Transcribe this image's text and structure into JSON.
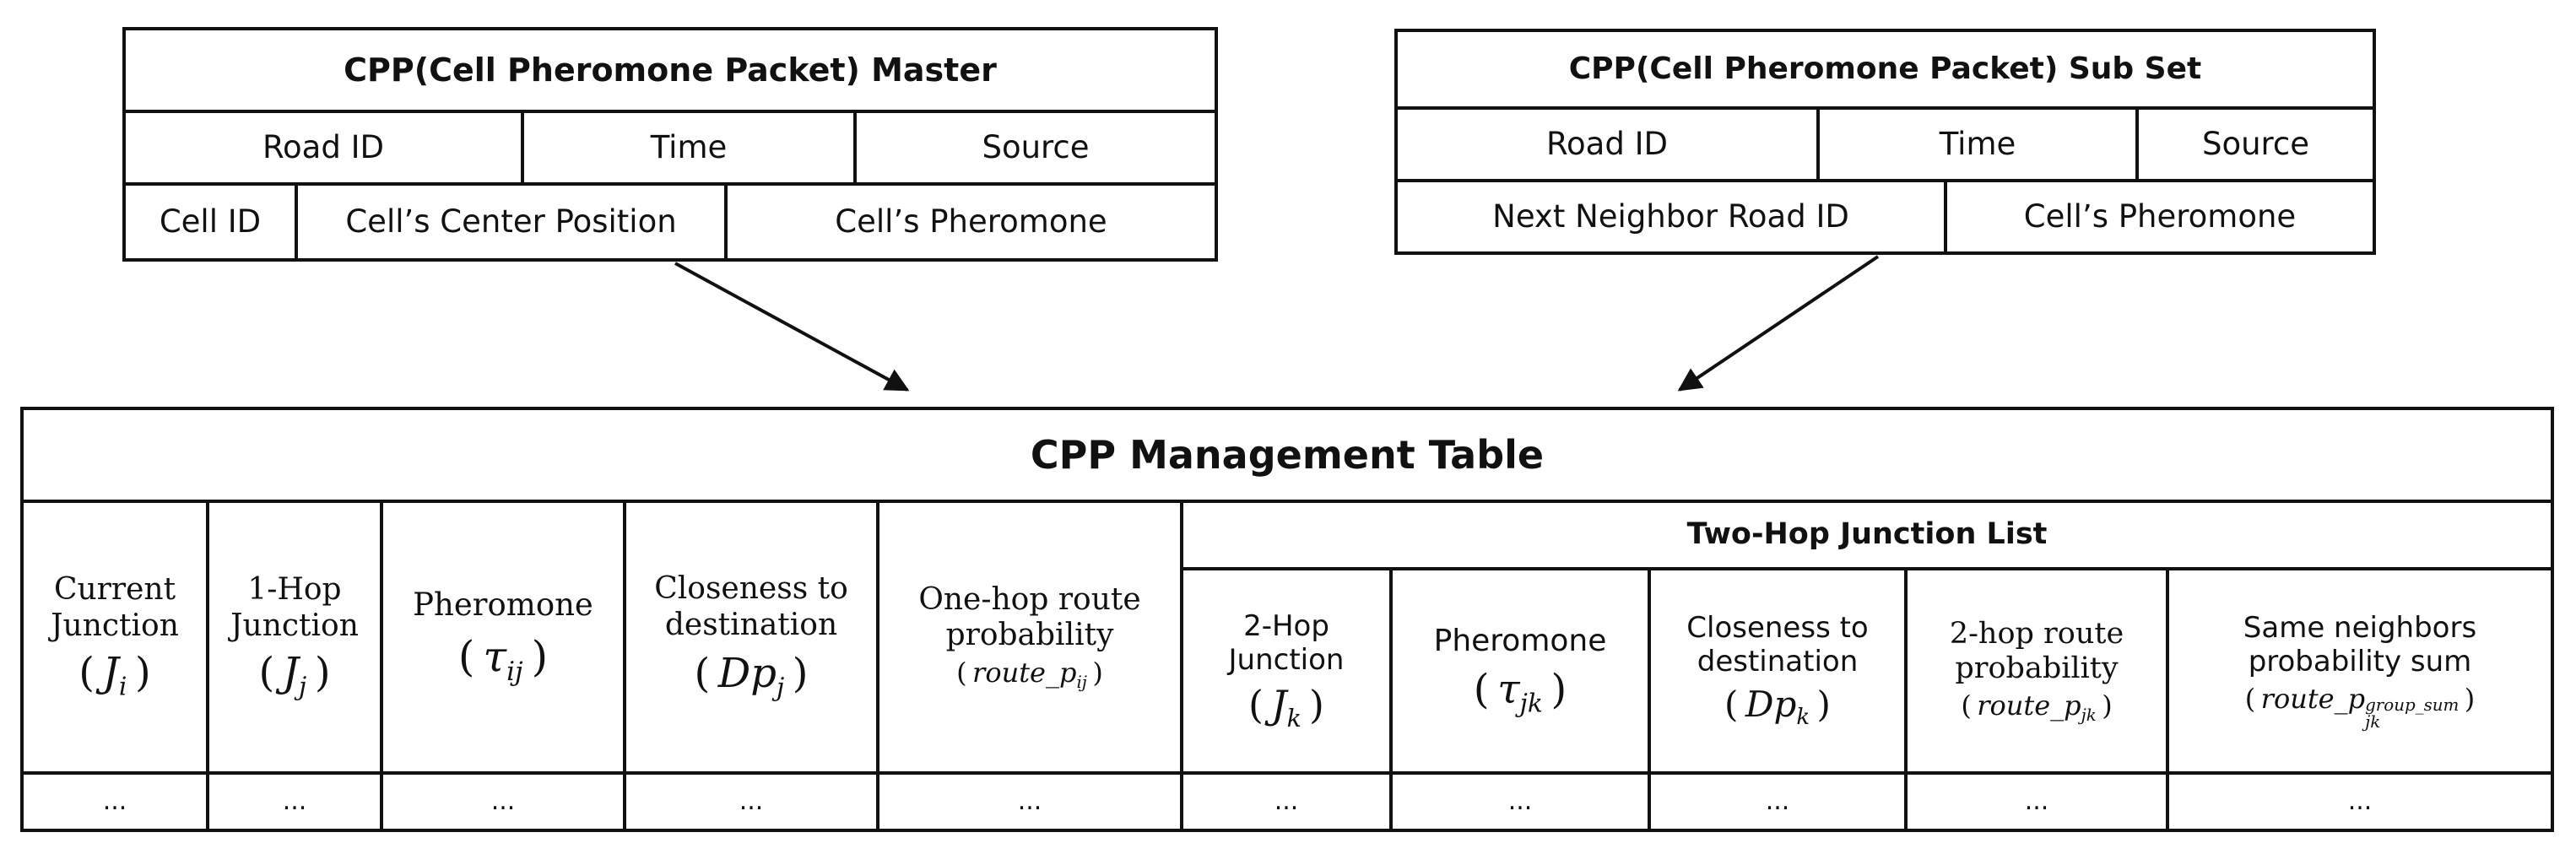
{
  "master": {
    "title": "CPP(Cell Pheromone Packet) Master",
    "row1": [
      "Road ID",
      "Time",
      "Source"
    ],
    "row2": [
      "Cell ID",
      "Cell’s Center Position",
      "Cell’s Pheromone"
    ]
  },
  "subset": {
    "title": "CPP(Cell Pheromone Packet) Sub Set",
    "row1": [
      "Road ID",
      "Time",
      "Source"
    ],
    "row2": [
      "Next Neighbor Road ID",
      "Cell’s Pheromone"
    ]
  },
  "management": {
    "title": "CPP Management Table",
    "group_header": "Two-Hop Junction List",
    "columns": [
      {
        "label": [
          "Current",
          "Junction"
        ],
        "sym": "J",
        "sub": "i"
      },
      {
        "label": [
          "1-Hop",
          "Junction"
        ],
        "sym": "J",
        "sub": "j"
      },
      {
        "label": [
          "Pheromone"
        ],
        "sym": "τ",
        "sub": "ij"
      },
      {
        "label": [
          "Closeness to",
          "destination"
        ],
        "sym": "Dp",
        "sub": "j"
      },
      {
        "label": [
          "One-hop route",
          "probability"
        ],
        "sym": "route_p",
        "sub": "ij"
      },
      {
        "label": [
          "2-Hop",
          "Junction"
        ],
        "sym": "J",
        "sub": "k"
      },
      {
        "label": [
          "Pheromone"
        ],
        "sym": "τ",
        "sub": "jk"
      },
      {
        "label": [
          "Closeness to",
          "destination"
        ],
        "sym": "Dp",
        "sub": "k"
      },
      {
        "label": [
          "2-hop route",
          "probability"
        ],
        "sym": "route_p",
        "sub": "jk"
      },
      {
        "label": [
          "Same neighbors",
          "probability sum"
        ],
        "sym": "route_p",
        "sub": "jk",
        "sup": "group_sum"
      }
    ],
    "ellipsis": "..."
  }
}
